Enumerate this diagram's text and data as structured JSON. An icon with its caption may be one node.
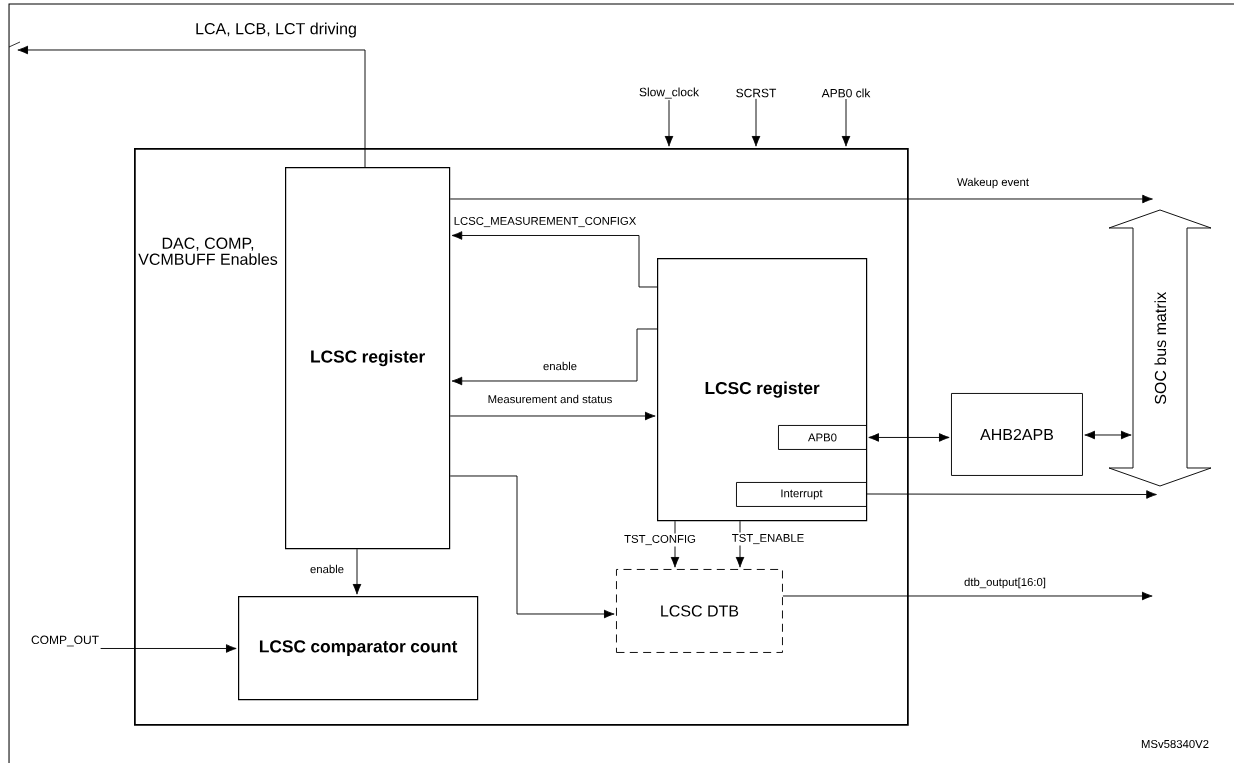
{
  "diagram": {
    "nodes": [
      {
        "text": [
          "DAC, COMP, VCMBUFF Enables"
        ]
      },
      {
        "text": [
          "LCSC register"
        ],
        "in": 0
      },
      {
        "text": [
          "LCSC register"
        ],
        "in": 0
      },
      {
        "text": [
          "APB0"
        ],
        "in": 2
      },
      {
        "text": [
          "Interrupt"
        ],
        "in": 2
      },
      {
        "text": [
          "LCSC comparator count"
        ],
        "in": 0
      },
      {
        "text": [
          "LCSC DTB"
        ],
        "in": 0
      },
      {
        "text": [
          "AHB2APB"
        ]
      },
      {
        "text": [
          "SOC bus matrix"
        ]
      },
      {
        "text": [
          "Slow_clock"
        ]
      },
      {
        "text": [
          "SCRST"
        ]
      },
      {
        "text": [
          "APB0 clk"
        ]
      },
      {
        "text": [
          "COMP_OUT"
        ]
      }
    ],
    "edges": [
      {
        "from": 1,
        "to": null,
        "arrow": "to",
        "label": "LCA, LCB, LCT driving"
      },
      {
        "from": 9,
        "to": 0,
        "arrow": "to"
      },
      {
        "from": 10,
        "to": 0,
        "arrow": "to"
      },
      {
        "from": 11,
        "to": 0,
        "arrow": "to"
      },
      {
        "from": 1,
        "to": 8,
        "arrow": "to",
        "label": "Wakeup event"
      },
      {
        "from": 2,
        "to": 1,
        "arrow": "to",
        "label": "LCSC_MEASUREMENT_CONFIGX"
      },
      {
        "from": 2,
        "to": 1,
        "arrow": "to",
        "label": "enable"
      },
      {
        "from": 1,
        "to": 2,
        "arrow": "to",
        "label": "Measurement and status"
      },
      {
        "from": 3,
        "to": 7,
        "arrow": "both"
      },
      {
        "from": 7,
        "to": 8,
        "arrow": "both"
      },
      {
        "from": 4,
        "to": 8,
        "arrow": "to"
      },
      {
        "from": 1,
        "to": 6,
        "arrow": "to"
      },
      {
        "from": 2,
        "to": 6,
        "arrow": "to",
        "label": "TST_CONFIG"
      },
      {
        "from": 2,
        "to": 6,
        "arrow": "to",
        "label": "TST_ENABLE"
      },
      {
        "from": 1,
        "to": 5,
        "arrow": "to",
        "label": "enable"
      },
      {
        "from": 12,
        "to": 5,
        "arrow": "to"
      },
      {
        "from": 6,
        "to": null,
        "arrow": "to",
        "label": "dtb_output[16:0]"
      }
    ],
    "labels": [
      "MSv58340V2"
    ]
  }
}
